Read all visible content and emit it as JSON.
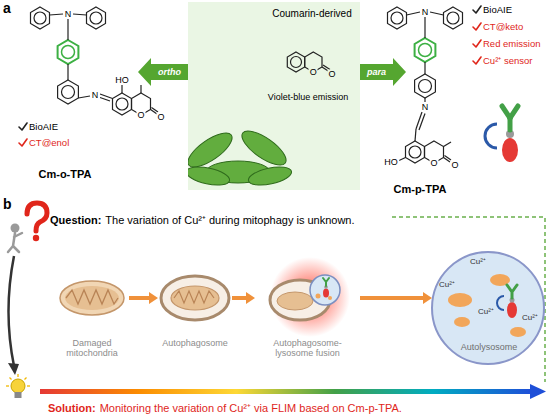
{
  "diagram": {
    "nodes": [
      {
        "text": [
          "Cm-o-TPA"
        ]
      },
      {
        "text": [
          "Coumarin-derived",
          "Violet-blue emission"
        ]
      },
      {
        "text": [
          "Cm-p-TPA"
        ]
      },
      {
        "text": [
          "Damaged mitochondria"
        ]
      },
      {
        "text": [
          "Autophagosome"
        ]
      },
      {
        "text": [
          "Autophagosome-lysosome fusion"
        ]
      },
      {
        "text": [
          "Autolysosome"
        ]
      }
    ],
    "edges": [
      {
        "from": 1,
        "to": 0,
        "label": "ortho",
        "arrow": "to"
      },
      {
        "from": 1,
        "to": 2,
        "label": "para",
        "arrow": "to"
      },
      {
        "from": 3,
        "to": 4,
        "arrow": "to"
      },
      {
        "from": 4,
        "to": 5,
        "arrow": "to"
      },
      {
        "from": 5,
        "to": 6,
        "arrow": "to"
      }
    ],
    "labels": [
      "a",
      "b",
      "N",
      "N",
      "HO",
      "O",
      "O",
      "O",
      "O",
      "N",
      "N",
      "HO",
      "O",
      "O",
      "BioAIE",
      "CT@enol",
      "BioAIE",
      "CT@keto",
      "Red emission",
      "Cu²⁺ sensor",
      "Question:",
      "The variation of Cu²⁺ during mitophagy is unknown.",
      "Solution:",
      "Monitoring the variation of Cu²⁺ via FLIM based on Cm-p-TPA.",
      "Cu²⁺",
      "Cu²⁺",
      "Cu²⁺",
      "Cu²⁺"
    ]
  }
}
